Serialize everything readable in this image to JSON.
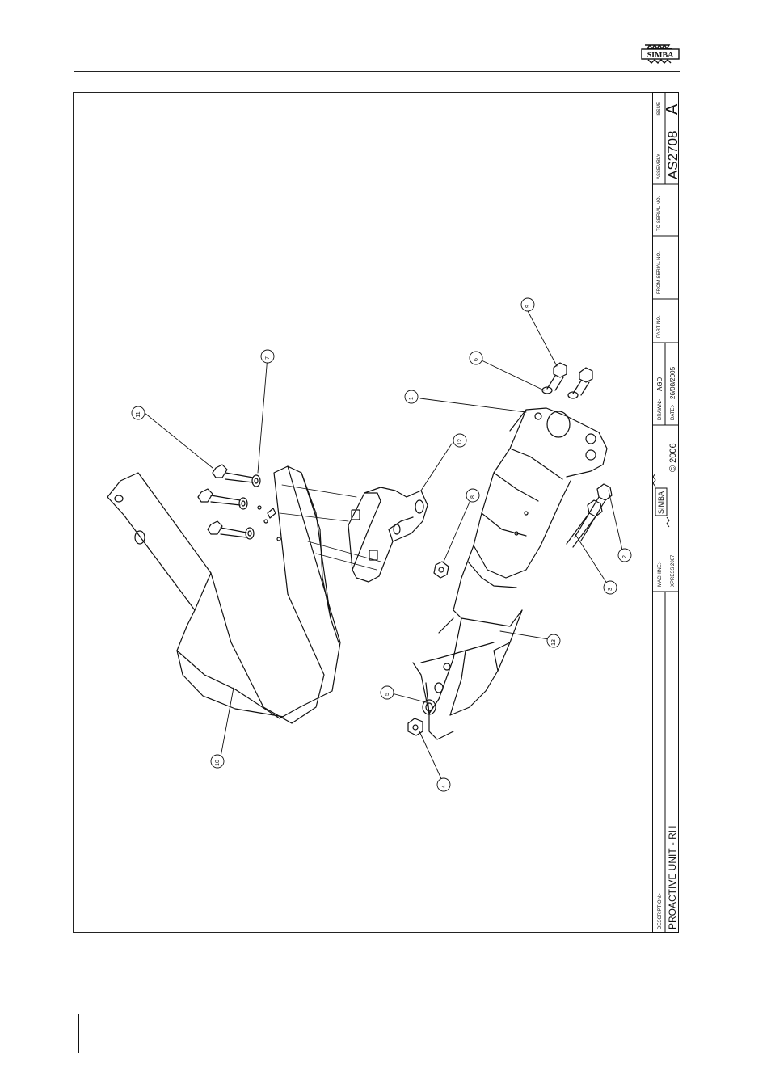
{
  "brand": {
    "logo_text": "SIMBA"
  },
  "title_block": {
    "description_label": "DESCRIPTION:-",
    "description_value": "PROACTIVE UNIT - RH",
    "machine_label": "MACHINE:-",
    "machine_value": "XPRESS 2007",
    "copyright": "© 2006",
    "logo_text": "SIMBA",
    "drawn_label": "DRAWN:-",
    "drawn_value": "AGD",
    "date_label": "DATE:-",
    "date_value": "26/08/2005",
    "part_no_label": "PART NO.",
    "from_serial_label": "FROM SERIAL NO.",
    "to_serial_label": "TO SERIAL NO.",
    "assembly_label": "ASSEMBLY",
    "assembly_value": "AS2708",
    "issue_label": "ISSUE",
    "issue_value": "A"
  },
  "callouts": [
    "1",
    "2",
    "3",
    "4",
    "5",
    "6",
    "7",
    "8",
    "9",
    "10",
    "11",
    "12",
    "13"
  ],
  "colors": {
    "line": "#111111",
    "paper": "#ffffff"
  }
}
